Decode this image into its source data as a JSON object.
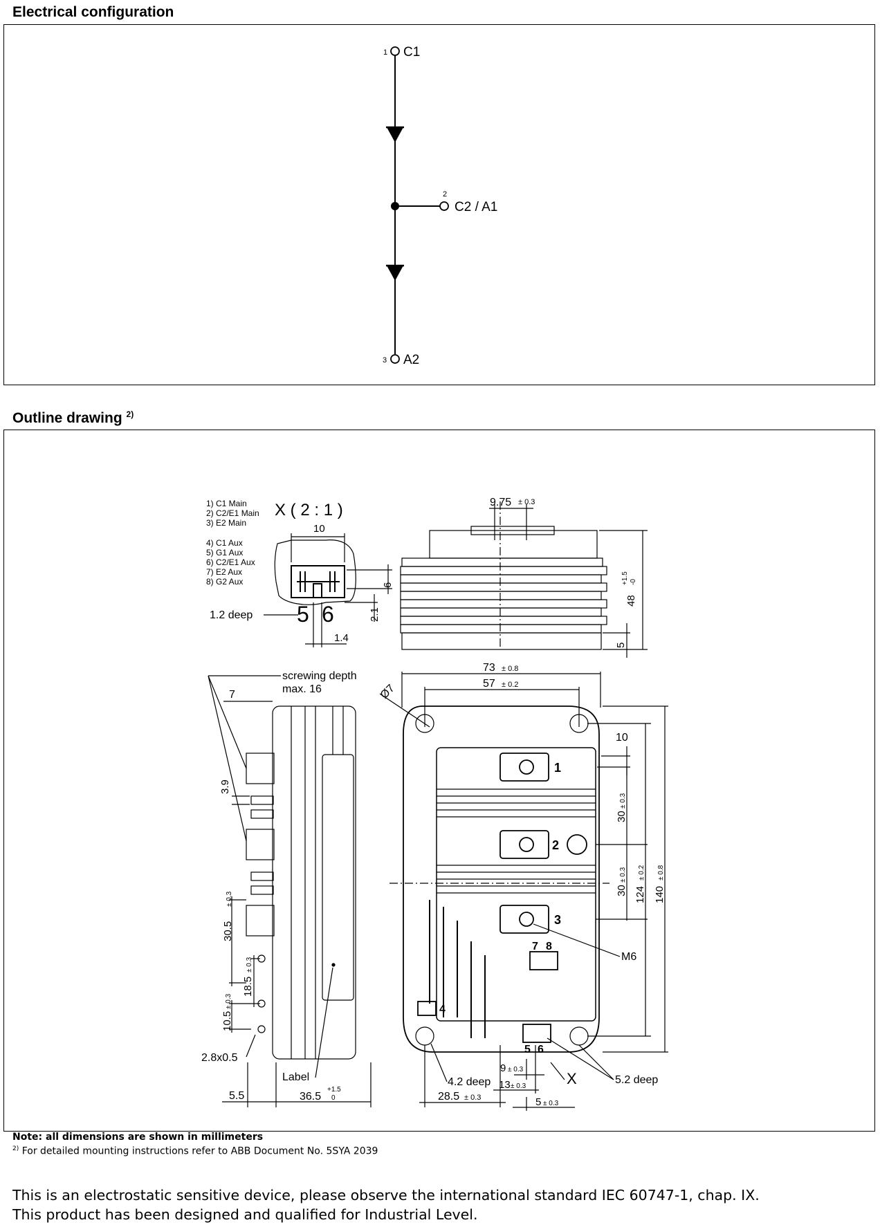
{
  "sections": {
    "electrical_title": "Electrical configuration",
    "outline_title": "Outline drawing",
    "outline_sup": "2)"
  },
  "schematic": {
    "t1_num": "1",
    "t1_label": "C1",
    "t2_num": "2",
    "t2_label": "C2 / A1",
    "t3_num": "3",
    "t3_label": "A2"
  },
  "drawing": {
    "legend": [
      "1) C1 Main",
      "2) C2/E1 Main",
      "3) E2 Main",
      "4) C1 Aux",
      "5) G1 Aux",
      "6) C2/E1 Aux",
      "7) E2 Aux",
      "8) G2 Aux"
    ],
    "detail_title": "X ( 2 : 1 )",
    "labels": {
      "d10_top": "10",
      "d6": "6",
      "d2_1": "2.1",
      "d1_4": "1.4",
      "deep_1_2": "1.2 deep",
      "pin5": "5",
      "pin6": "6",
      "d9_75": "9.75",
      "tol_0_3": "± 0.3",
      "d48": "48",
      "tol_48_up": "+1.5",
      "tol_48_down": "-0",
      "d5_side": "5",
      "d73": "73",
      "tol_0_8": "± 0.8",
      "d57": "57",
      "tol_0_2": "± 0.2",
      "phi7": "Ø7",
      "screwing": "screwing depth",
      "max16": "max. 16",
      "d7": "7",
      "d3_9": "3.9",
      "d30_5": "30.5",
      "d18_5": "18.5",
      "d10_5": "10.5",
      "d2_8": "2.8x0.5",
      "label_word": "Label",
      "d5_5": "5.5",
      "d36_5": "36.5",
      "tol_36_up": "+1.5",
      "tol_36_down": "0",
      "d10_right": "10",
      "d30a": "30",
      "d30b": "30",
      "d124": "124",
      "d140": "140",
      "m6": "M6",
      "deep_4_2": "4.2 deep",
      "d28_5": "28.5",
      "d9": "9",
      "d13": "13",
      "d5_bottom": "5",
      "X": "X",
      "deep_5_2": "5.2 deep",
      "t1": "1",
      "t2": "2",
      "t3": "3",
      "t4": "4",
      "t5": "5",
      "t6": "6",
      "t7": "7",
      "t8": "8"
    }
  },
  "notes": {
    "note_bold": "Note: all dimensions are shown in millimeters",
    "note_sup": "2)",
    "note2": "For detailed mounting instructions refer to ABB Document No. 5SYA 2039"
  },
  "footer": {
    "line1": "This is an electrostatic sensitive device, please observe the international standard IEC 60747-1, chap. IX.",
    "line2": "This product has been designed and qualified for Industrial Level."
  }
}
